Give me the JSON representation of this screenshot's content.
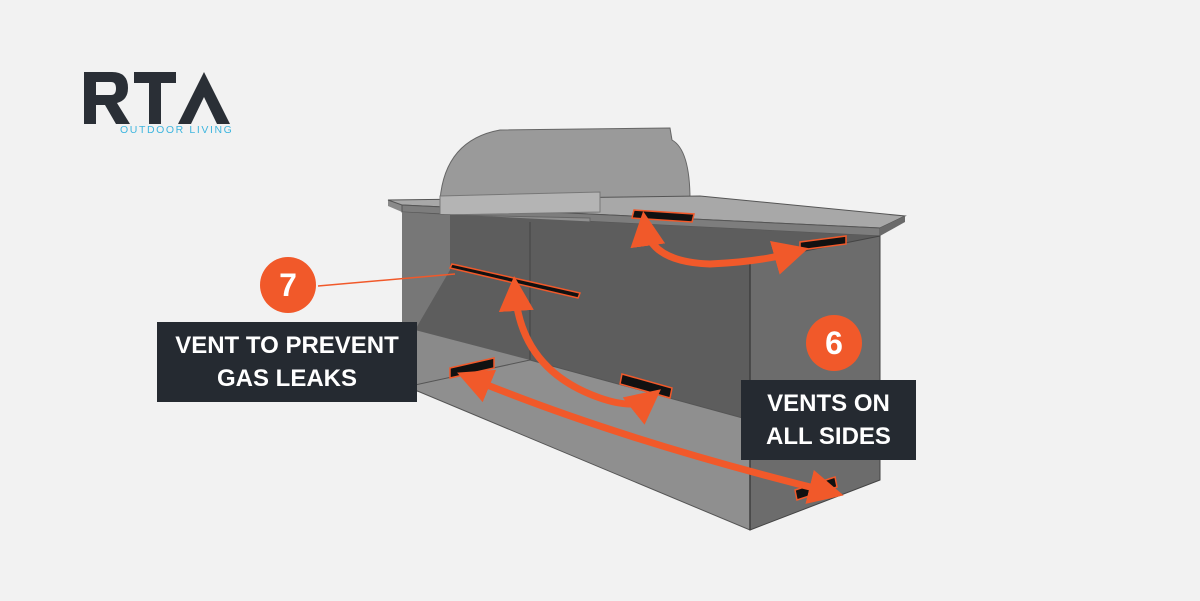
{
  "brand": {
    "name": "RTA",
    "tagline": "OUTDOOR LIVING"
  },
  "callouts": [
    {
      "number": "7",
      "label": "VENT TO PREVENT\nGAS LEAKS"
    },
    {
      "number": "6",
      "label": "VENTS ON\nALL SIDES"
    }
  ],
  "colors": {
    "background": "#f2f2f2",
    "accent": "#f1592a",
    "label_bg": "#252a31",
    "logo_dark": "#2a2f36",
    "logo_light": "#3fb6df"
  }
}
